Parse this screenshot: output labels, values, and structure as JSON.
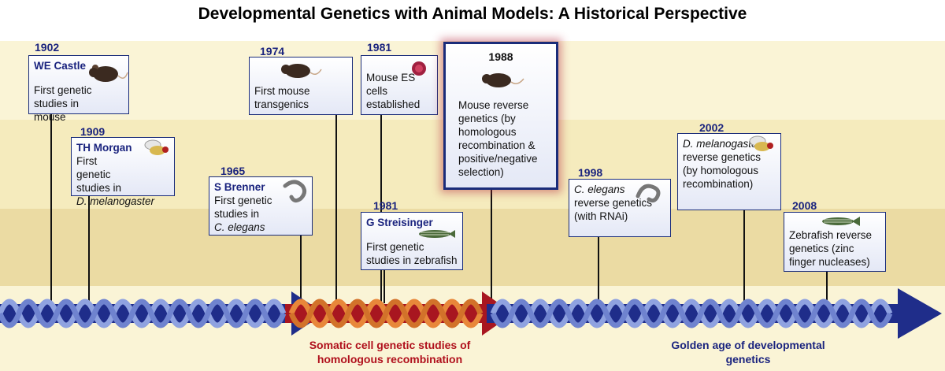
{
  "title": "Developmental Genetics with Animal Models: A Historical Perspective",
  "events": {
    "castle": {
      "year": "1902",
      "name": "WE Castle",
      "text": "First genetic studies in mouse"
    },
    "morgan": {
      "year": "1909",
      "name": "TH Morgan",
      "text1": "First genetic studies in",
      "text2": "D. melanogaster"
    },
    "brenner": {
      "year": "1965",
      "name": "S Brenner",
      "text1": "First genetic studies in",
      "text2": "C. elegans"
    },
    "transgenics": {
      "year": "1974",
      "text": "First mouse transgenics"
    },
    "es_cells": {
      "year": "1981",
      "text": "Mouse ES cells established"
    },
    "streisinger": {
      "year": "1981",
      "name": "G Streisinger",
      "text": "First genetic studies in zebrafish"
    },
    "reverse_mouse": {
      "year": "1988",
      "text": "Mouse reverse genetics (by homologous recombination & positive/negative selection)"
    },
    "elegans_rnai": {
      "year": "1998",
      "italic": "C. elegans",
      "text": "reverse genetics (with RNAi)"
    },
    "melano_hr": {
      "year": "2002",
      "italic": "D. melanogaster",
      "text": "reverse genetics (by homologous recombination)"
    },
    "zebrafish_zfn": {
      "year": "2008",
      "text": "Zebrafish reverse genetics (zinc finger nucleases)"
    }
  },
  "captions": {
    "somatic": "Somatic cell genetic studies of homologous recombination",
    "golden": "Golden age of developmental genetics"
  },
  "colors": {
    "navy": "#1a237e",
    "helix_blue": "#8fa2e0",
    "helix_dark": "#1f2d8a",
    "arrow_red": "#a81620",
    "helix_orange": "#e8873a",
    "band_light": "#faf4d6",
    "band_mid": "#f5ebbd",
    "band_dark": "#ebdba3"
  }
}
